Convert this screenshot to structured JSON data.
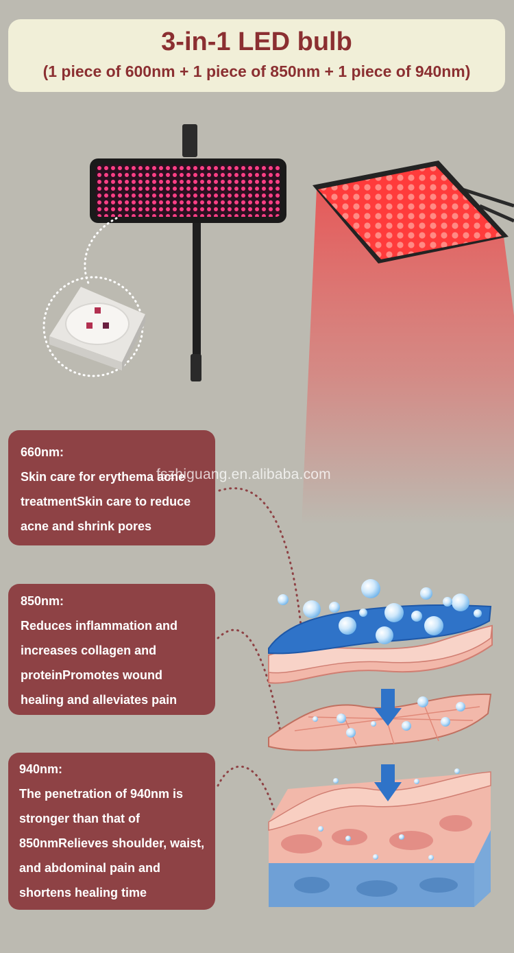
{
  "header": {
    "title": "3-in-1 LED bulb",
    "subtitle": "(1 piece of 600nm + 1 piece of 850nm + 1 piece of 940nm)"
  },
  "watermark": "fszhiguang.en.alibaba.com",
  "cards": [
    {
      "heading": "660nm:",
      "lines": [
        "Skin care for erythema acne",
        "treatmentSkin care to reduce",
        "acne and shrink pores"
      ]
    },
    {
      "heading": "850nm:",
      "lines": [
        "Reduces inflammation and",
        "increases collagen and",
        "proteinPromotes wound",
        "healing and alleviates pain"
      ]
    },
    {
      "heading": "940nm:",
      "lines": [
        "The penetration of 940nm is",
        "stronger than that of",
        "850nmRelieves shoulder, waist,",
        "and abdominal pain and",
        "shortens healing time"
      ]
    }
  ],
  "colors": {
    "background": "#bcbab1",
    "title_box": "#f1efd8",
    "title_text": "#8b2f31",
    "card": "#8e4245",
    "red_light": "#ff4a4a",
    "skin": "#f0a899",
    "water": "#2f73c8"
  },
  "icons": [
    "led-panel-illustration",
    "led-chip-icon",
    "red-light-panel-illustration",
    "skin-layer-illustration",
    "penetration-arrow-icon",
    "water-bubble-icon"
  ]
}
